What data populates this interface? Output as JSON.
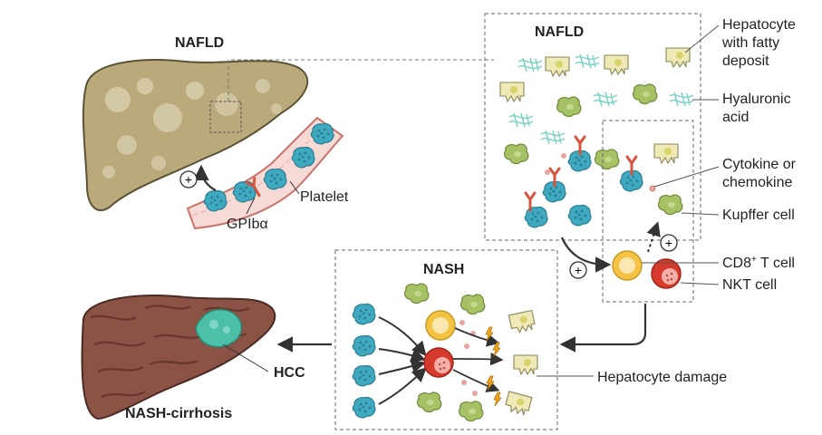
{
  "titles": {
    "liver_nafld": "NAFLD",
    "panel_nafld": "NAFLD",
    "panel_nash": "NASH",
    "liver_cirrhosis": "NASH-cirrhosis",
    "hcc": "HCC"
  },
  "vessel_labels": {
    "platelet": "Platelet",
    "gpib": "GPIbα"
  },
  "legend": {
    "hepatocyte_line1": "Hepatocyte",
    "hepatocyte_line2": "with fatty",
    "hepatocyte_line3": "deposit",
    "hyaluronic_line1": "Hyaluronic",
    "hyaluronic_line2": "acid",
    "cytokine_line1": "Cytokine or",
    "cytokine_line2": "chemokine",
    "kupffer": "Kupffer cell",
    "cd8_main": "CD8",
    "cd8_sup": "+",
    "cd8_tail": " T cell",
    "nkt": "NKT cell",
    "damage": "Hepatocyte damage"
  },
  "symbols": {
    "plus": "+"
  },
  "icons": [
    "liver",
    "blood-vessel",
    "platelet",
    "gpib-receptor",
    "hepatocyte",
    "hyaluronic-acid",
    "kupffer-cell",
    "cytokine",
    "cd8-t-cell",
    "nkt-cell",
    "hcc-tumor",
    "arrow",
    "plus-sign"
  ],
  "colors": {
    "liver_nafld": "#b9a97b",
    "liver_cirrhosis": "#8a5346",
    "platelet": "#3fa9c0",
    "kupffer": "#a6c264",
    "hepatocyte": "#efe9b8",
    "hyaluronic": "#7ed3c6",
    "cd8": "#f5c343",
    "nkt": "#d63a2c",
    "receptor": "#d6543b",
    "hcc": "#4bbfa8",
    "cytokine": "#e8a3a1"
  }
}
